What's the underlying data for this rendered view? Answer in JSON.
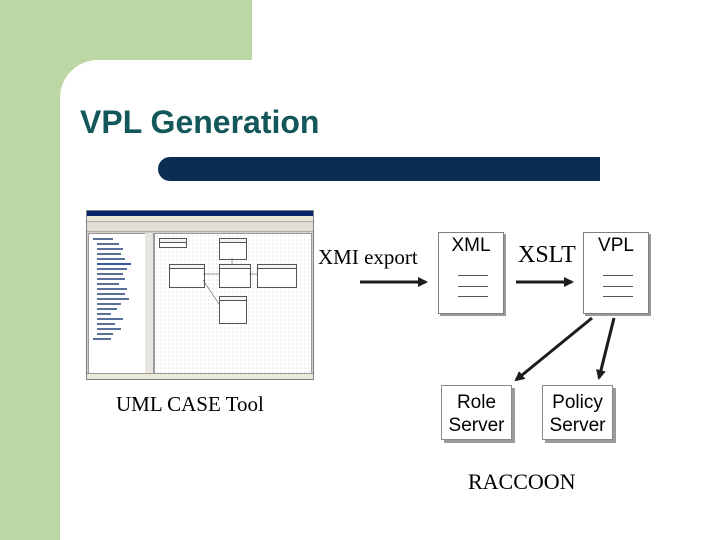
{
  "slide": {
    "title": "VPL Generation",
    "colors": {
      "accent_green": "#bcd7a3",
      "title_teal": "#14575a",
      "bar_navy": "#0b2d52"
    }
  },
  "diagram": {
    "case_tool_screenshot": {
      "label": "UML CASE Tool"
    },
    "xmi_export_label": "XMI export",
    "xml_document": {
      "label": "XML"
    },
    "xslt_label": "XSLT",
    "vpl_document": {
      "label": "VPL"
    },
    "role_server": {
      "line1": "Role",
      "line2": "Server"
    },
    "policy_server": {
      "line1": "Policy",
      "line2": "Server"
    },
    "system_label": "RACCOON"
  }
}
